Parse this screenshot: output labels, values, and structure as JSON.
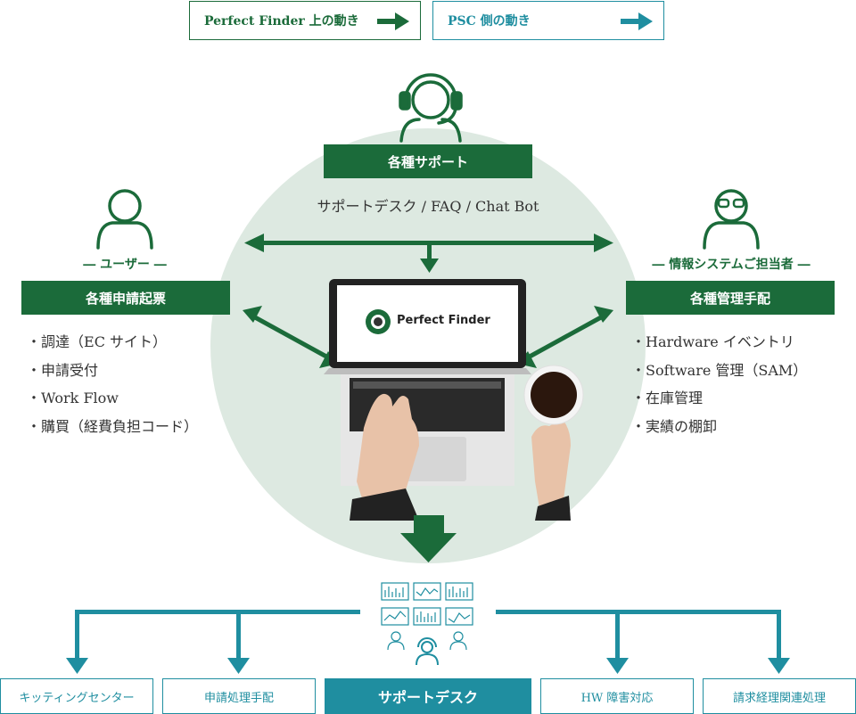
{
  "legend": [
    {
      "label": "Perfect Finder 上の動き",
      "color": "#1b6b3a"
    },
    {
      "label": "PSC 側の動き",
      "color": "#1f8ea0"
    }
  ],
  "support": {
    "title": "各種サポート",
    "subtitle": "サポートデスク / FAQ / Chat Bot",
    "icon": "headset-operator-icon"
  },
  "user": {
    "caption": "― ユーザー ―",
    "title": "各種申請起票",
    "items": [
      "調達（EC サイト）",
      "申請受付",
      "Work Flow",
      "購買（経費負担コード）"
    ],
    "icon": "user-icon"
  },
  "admin": {
    "caption": "― 情報システムご担当者 ―",
    "title": "各種管理手配",
    "items": [
      "Hardware イベントリ",
      "Software 管理（SAM）",
      "在庫管理",
      "実績の棚卸"
    ],
    "icon": "glasses-user-icon"
  },
  "product": {
    "logo_text": "Perfect Finder"
  },
  "bottom": [
    {
      "label": "キッティングセンター",
      "active": false
    },
    {
      "label": "申請処理手配",
      "active": false
    },
    {
      "label": "サポートデスク",
      "active": true
    },
    {
      "label": "HW 障害対応",
      "active": false
    },
    {
      "label": "請求経理関連処理",
      "active": false
    }
  ],
  "colors": {
    "green": "#1b6b3a",
    "teal": "#1f8ea0",
    "circle": "#dde9e1"
  }
}
